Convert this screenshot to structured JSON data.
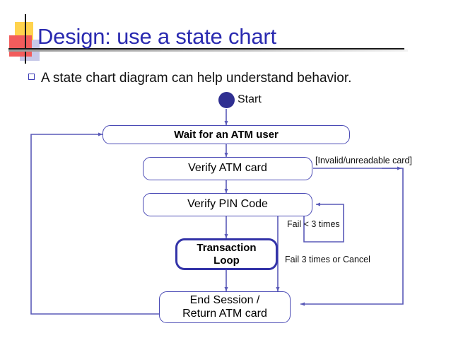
{
  "slide": {
    "title": "Design: use a state chart",
    "bullet": "A state chart diagram can help understand behavior.",
    "bullet_icon": "hollow-square-bullet-icon",
    "colors": {
      "title": "#2a2ab0",
      "node_border": "#4a4ab5",
      "node_border_strong": "#3333a8",
      "connector": "#5a5ab8",
      "start_fill": "#2f2f91",
      "deco_yellow": "#ffd34d",
      "deco_red": "#f25c5c",
      "deco_purple": "#c7c9e8"
    }
  },
  "diagram": {
    "start_label": "Start",
    "nodes": [
      {
        "id": "wait",
        "label": "Wait for an ATM user",
        "bold": true,
        "thick": false
      },
      {
        "id": "verifycard",
        "label": "Verify ATM card",
        "bold": false,
        "thick": false
      },
      {
        "id": "verifypin",
        "label": "Verify PIN Code",
        "bold": false,
        "thick": false
      },
      {
        "id": "txloop",
        "label": "Transaction\nLoop",
        "bold": true,
        "thick": true
      },
      {
        "id": "endsession",
        "label": "End Session /\nReturn ATM card",
        "bold": false,
        "thick": false
      }
    ],
    "annotations": [
      {
        "id": "invalid-card",
        "text": "[Invalid/unreadable card]"
      },
      {
        "id": "fail-lt-3",
        "text": "Fail < 3 times"
      },
      {
        "id": "fail-3-cancel",
        "text": "Fail 3 times or Cancel"
      }
    ]
  }
}
